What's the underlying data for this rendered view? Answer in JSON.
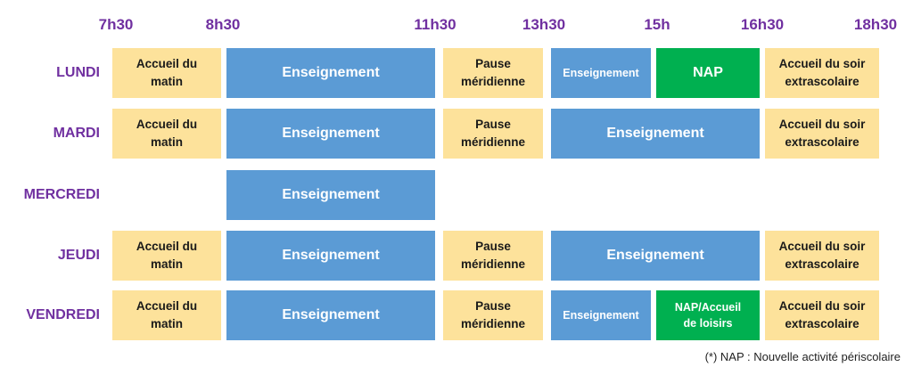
{
  "times": [
    "7h30",
    "8h30",
    "11h30",
    "13h30",
    "15h",
    "16h30",
    "18h30"
  ],
  "days": [
    {
      "name": "LUNDI",
      "blocks": [
        {
          "label": "Accueil du\nmatin",
          "kind": "yellow"
        },
        {
          "label": "Enseignement",
          "kind": "blue"
        },
        {
          "label": "Pause\nméridienne",
          "kind": "yellow"
        },
        {
          "label": "Enseignement",
          "kind": "blue-small"
        },
        {
          "label": "NAP",
          "kind": "green"
        },
        {
          "label": "Accueil du soir\nextrascolaire",
          "kind": "yellow"
        }
      ]
    },
    {
      "name": "MARDI",
      "blocks": [
        {
          "label": "Accueil du\nmatin",
          "kind": "yellow"
        },
        {
          "label": "Enseignement",
          "kind": "blue"
        },
        {
          "label": "Pause\nméridienne",
          "kind": "yellow"
        },
        {
          "label": "Enseignement",
          "kind": "blue"
        },
        {
          "label": "Accueil du soir\nextrascolaire",
          "kind": "yellow"
        }
      ]
    },
    {
      "name": "MERCREDI",
      "blocks": [
        {
          "label": "Enseignement",
          "kind": "blue"
        }
      ]
    },
    {
      "name": "JEUDI",
      "blocks": [
        {
          "label": "Accueil du\nmatin",
          "kind": "yellow"
        },
        {
          "label": "Enseignement",
          "kind": "blue"
        },
        {
          "label": "Pause\nméridienne",
          "kind": "yellow"
        },
        {
          "label": "Enseignement",
          "kind": "blue"
        },
        {
          "label": "Accueil du soir\nextrascolaire",
          "kind": "yellow"
        }
      ]
    },
    {
      "name": "VENDREDI",
      "blocks": [
        {
          "label": "Accueil du\nmatin",
          "kind": "yellow"
        },
        {
          "label": "Enseignement",
          "kind": "blue"
        },
        {
          "label": "Pause\nméridienne",
          "kind": "yellow"
        },
        {
          "label": "Enseignement",
          "kind": "blue-small"
        },
        {
          "label": "NAP/Accueil\nde loisirs",
          "kind": "green-small"
        },
        {
          "label": "Accueil du soir\nextrascolaire",
          "kind": "yellow"
        }
      ]
    }
  ],
  "footnote": "(*) NAP : Nouvelle activité périscolaire",
  "colors": {
    "accent_purple": "#7030a0",
    "periscolaire_yellow": "#fde29b",
    "enseignement_blue": "#5b9bd5",
    "nap_green": "#00b050"
  }
}
